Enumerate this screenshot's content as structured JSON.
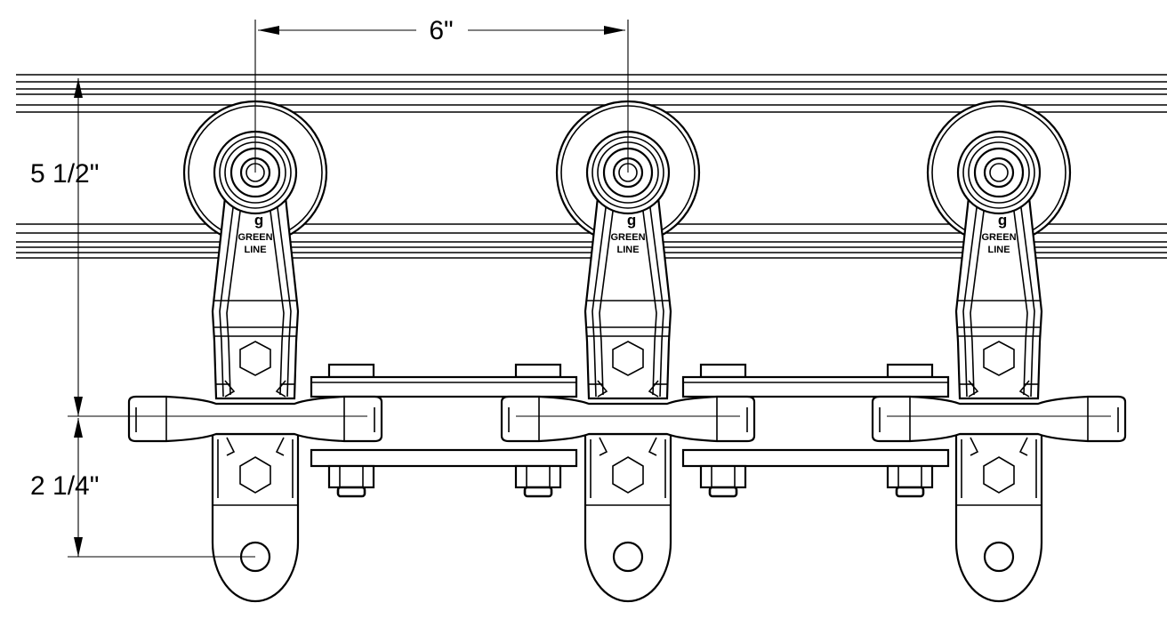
{
  "dimensions": {
    "pitch": "6\"",
    "height_upper": "5 1/2\"",
    "height_lower": "2 1/4\""
  },
  "logo": {
    "mark": "g",
    "line1": "GREEN",
    "line2": "LINE"
  },
  "trolley_count": 3
}
